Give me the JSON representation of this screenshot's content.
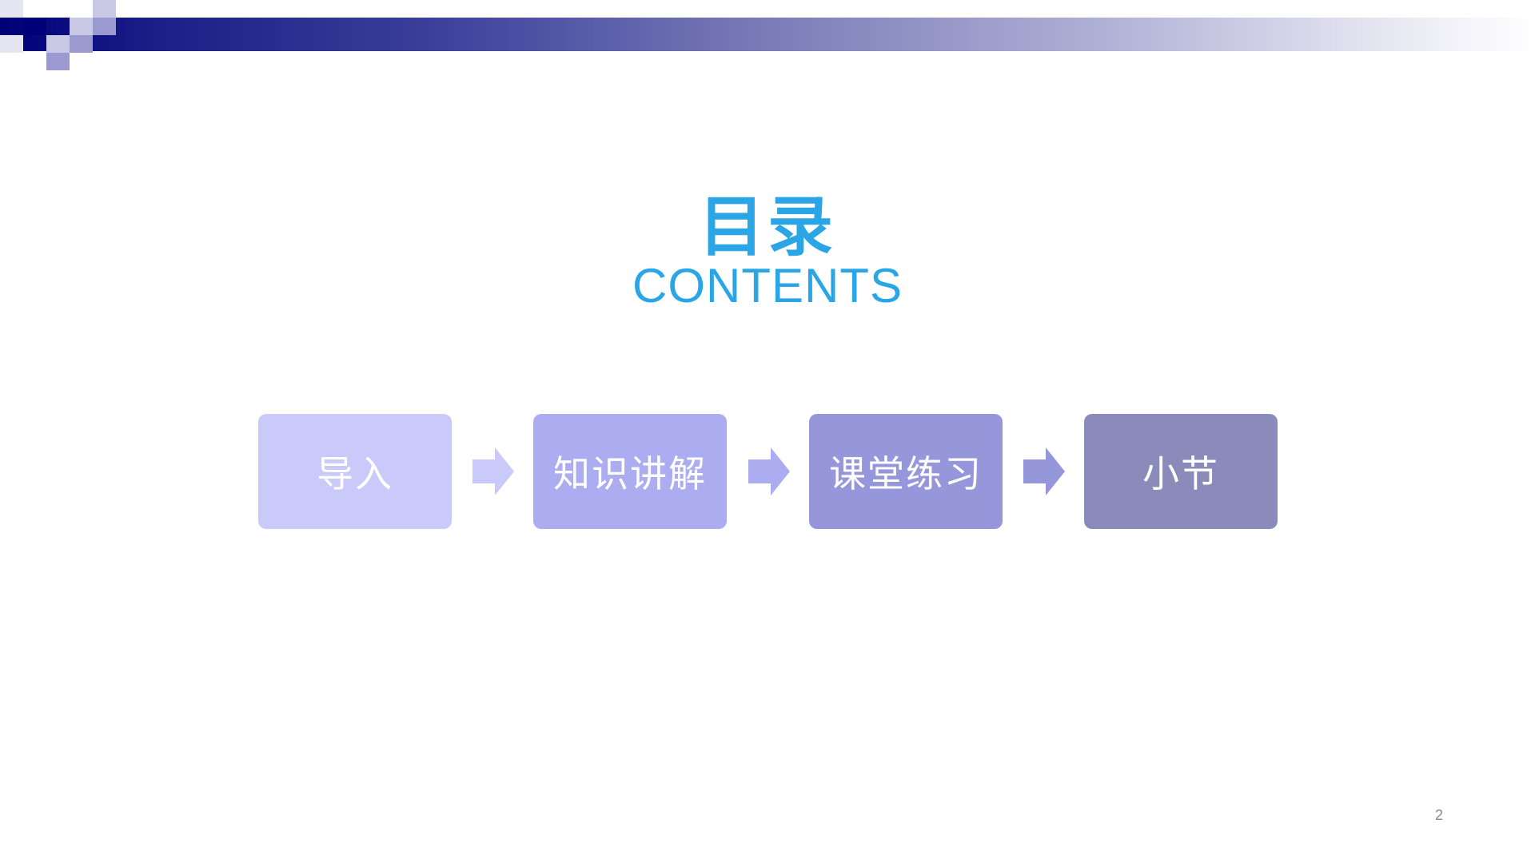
{
  "header": {
    "bar_colors": {
      "dark": "#000078",
      "light": "#ffffff"
    },
    "pixel_colors": [
      "#000078",
      "#9a9ad0",
      "#c9c9e6",
      "#e4e4f2"
    ]
  },
  "title": {
    "chinese": "目录",
    "english": "CONTENTS",
    "color": "#2aa6e6"
  },
  "flow": {
    "steps": [
      {
        "label": "导入",
        "color": "#cacafa"
      },
      {
        "label": "知识讲解",
        "color": "#acacf0"
      },
      {
        "label": "课堂练习",
        "color": "#9696da"
      },
      {
        "label": "小节",
        "color": "#8a8abb"
      }
    ],
    "arrow_colors": [
      "#cacafa",
      "#acacf0",
      "#9696da"
    ]
  },
  "footer": {
    "page_number": "2"
  }
}
